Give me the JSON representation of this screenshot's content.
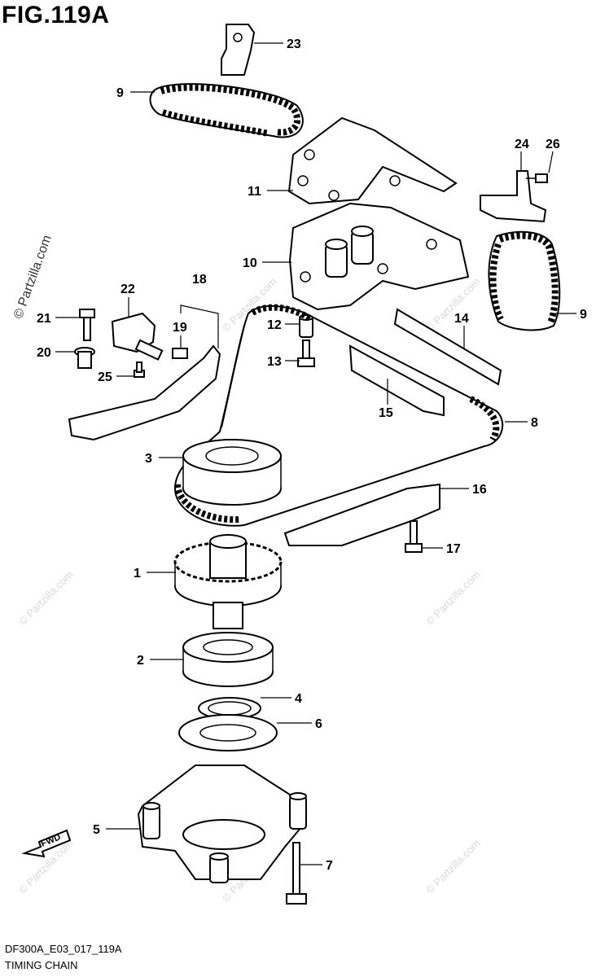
{
  "figure": {
    "title": "FIG.119A",
    "code": "DF300A_E03_017_119A",
    "caption": "TIMING CHAIN"
  },
  "watermark": {
    "text": "© Partzilla.com"
  },
  "fwd_label": "FWD",
  "callouts": [
    "1",
    "2",
    "3",
    "4",
    "5",
    "6",
    "7",
    "8",
    "9",
    "10",
    "11",
    "12",
    "13",
    "14",
    "15",
    "16",
    "17",
    "18",
    "19",
    "20",
    "21",
    "22",
    "23",
    "24",
    "25",
    "26"
  ],
  "label_9b": "9"
}
